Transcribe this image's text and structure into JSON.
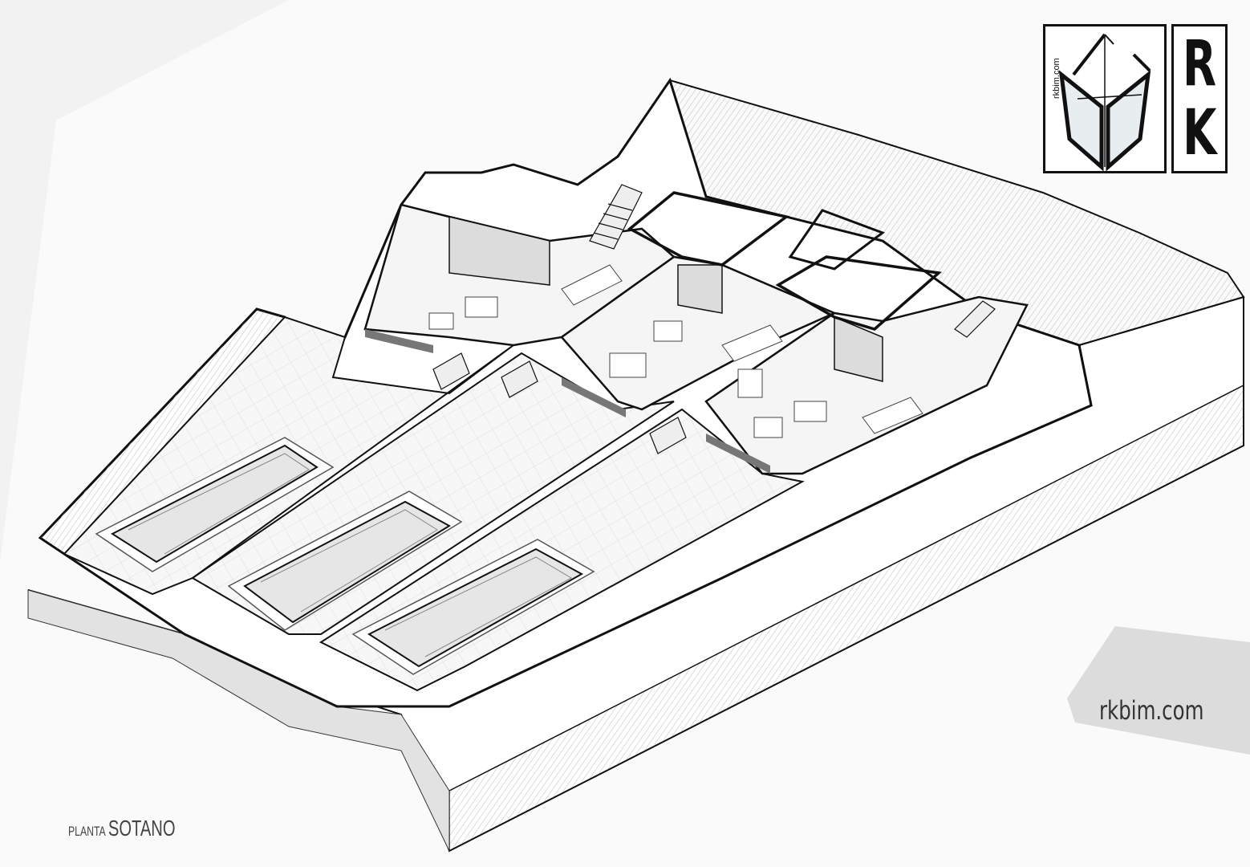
{
  "logo": {
    "letters": [
      "R",
      "K"
    ],
    "vertical_text": "rkbim.com"
  },
  "website": "rkbim.com",
  "caption": {
    "prefix": "PLANTA",
    "title": "SOTANO"
  },
  "colors": {
    "line": "#111111",
    "background": "#f2f2f2",
    "paper": "#ffffff",
    "shade": "#d9d9d9",
    "pool": "#e6e6e6"
  }
}
